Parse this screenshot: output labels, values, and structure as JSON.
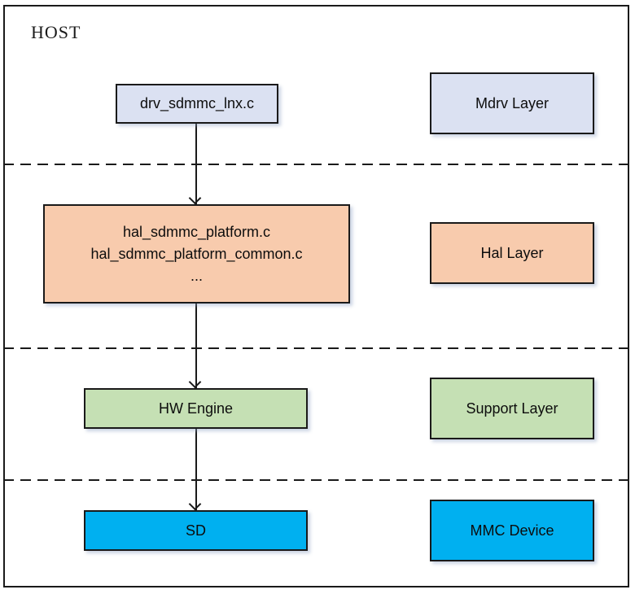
{
  "diagram": {
    "title": "HOST",
    "colors": {
      "mdrv": "#dbe1f2",
      "hal": "#f8cbad",
      "support": "#c5e0b4",
      "device": "#00b0f0",
      "stroke": "#1a1a1a"
    },
    "flow_nodes": [
      {
        "label": "drv_sdmmc_lnx.c"
      },
      {
        "lines": [
          "hal_sdmmc_platform.c",
          "hal_sdmmc_platform_common.c",
          "..."
        ]
      },
      {
        "label": "HW Engine"
      },
      {
        "label": "SD"
      }
    ],
    "layer_labels": [
      {
        "label": "Mdrv Layer"
      },
      {
        "label": "Hal Layer"
      },
      {
        "label": "Support Layer"
      },
      {
        "label": "MMC Device"
      }
    ]
  }
}
